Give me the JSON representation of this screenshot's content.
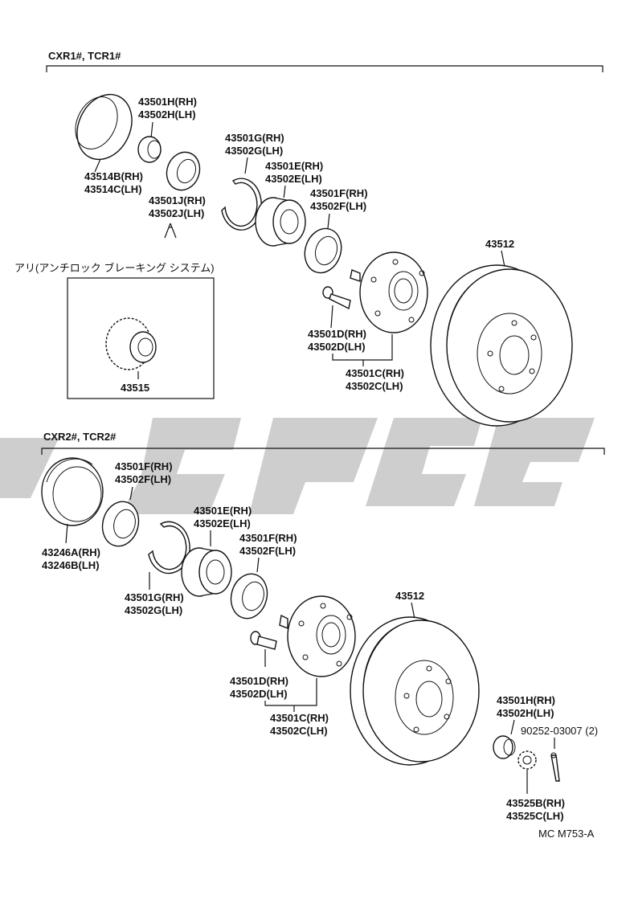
{
  "sections": [
    {
      "title": "CXR1#, TCR1#"
    },
    {
      "title": "CXR2#, TCR2#"
    }
  ],
  "labels": {
    "s1_cap": [
      "43501H(RH)",
      "43502H(LH)"
    ],
    "s1_cover": [
      "43514B(RH)",
      "43514C(LH)"
    ],
    "s1_snap": [
      "43501G(RH)",
      "43502G(LH)"
    ],
    "s1_bearing": [
      "43501E(RH)",
      "43502E(LH)"
    ],
    "s1_seal_j": [
      "43501J(RH)",
      "43502J(LH)"
    ],
    "s1_seal_f": [
      "43501F(RH)",
      "43502F(LH)"
    ],
    "s1_disc": "43512",
    "abs_note": "アリ(アンチロック ブレーキング システム)",
    "abs_rotor": "43515",
    "s1_bolt": [
      "43501D(RH)",
      "43502D(LH)"
    ],
    "s1_hub": [
      "43501C(RH)",
      "43502C(LH)"
    ],
    "s2_seal_f1": [
      "43501F(RH)",
      "43502F(LH)"
    ],
    "s2_bearing": [
      "43501E(RH)",
      "43502E(LH)"
    ],
    "s2_seal_f2": [
      "43501F(RH)",
      "43502F(LH)"
    ],
    "s2_cover": [
      "43246A(RH)",
      "43246B(LH)"
    ],
    "s2_snap": [
      "43501G(RH)",
      "43502G(LH)"
    ],
    "s2_disc": "43512",
    "s2_bolt": [
      "43501D(RH)",
      "43502D(LH)"
    ],
    "s2_hub": [
      "43501C(RH)",
      "43502C(LH)"
    ],
    "s2_cap": [
      "43501H(RH)",
      "43502H(LH)"
    ],
    "s2_pin": "90252-03007 (2)",
    "s2_nut": [
      "43525B(RH)",
      "43525C(LH)"
    ]
  },
  "figure_code": "MC M753-A",
  "colors": {
    "line": "#111111",
    "watermark": "#c8c8c8"
  }
}
